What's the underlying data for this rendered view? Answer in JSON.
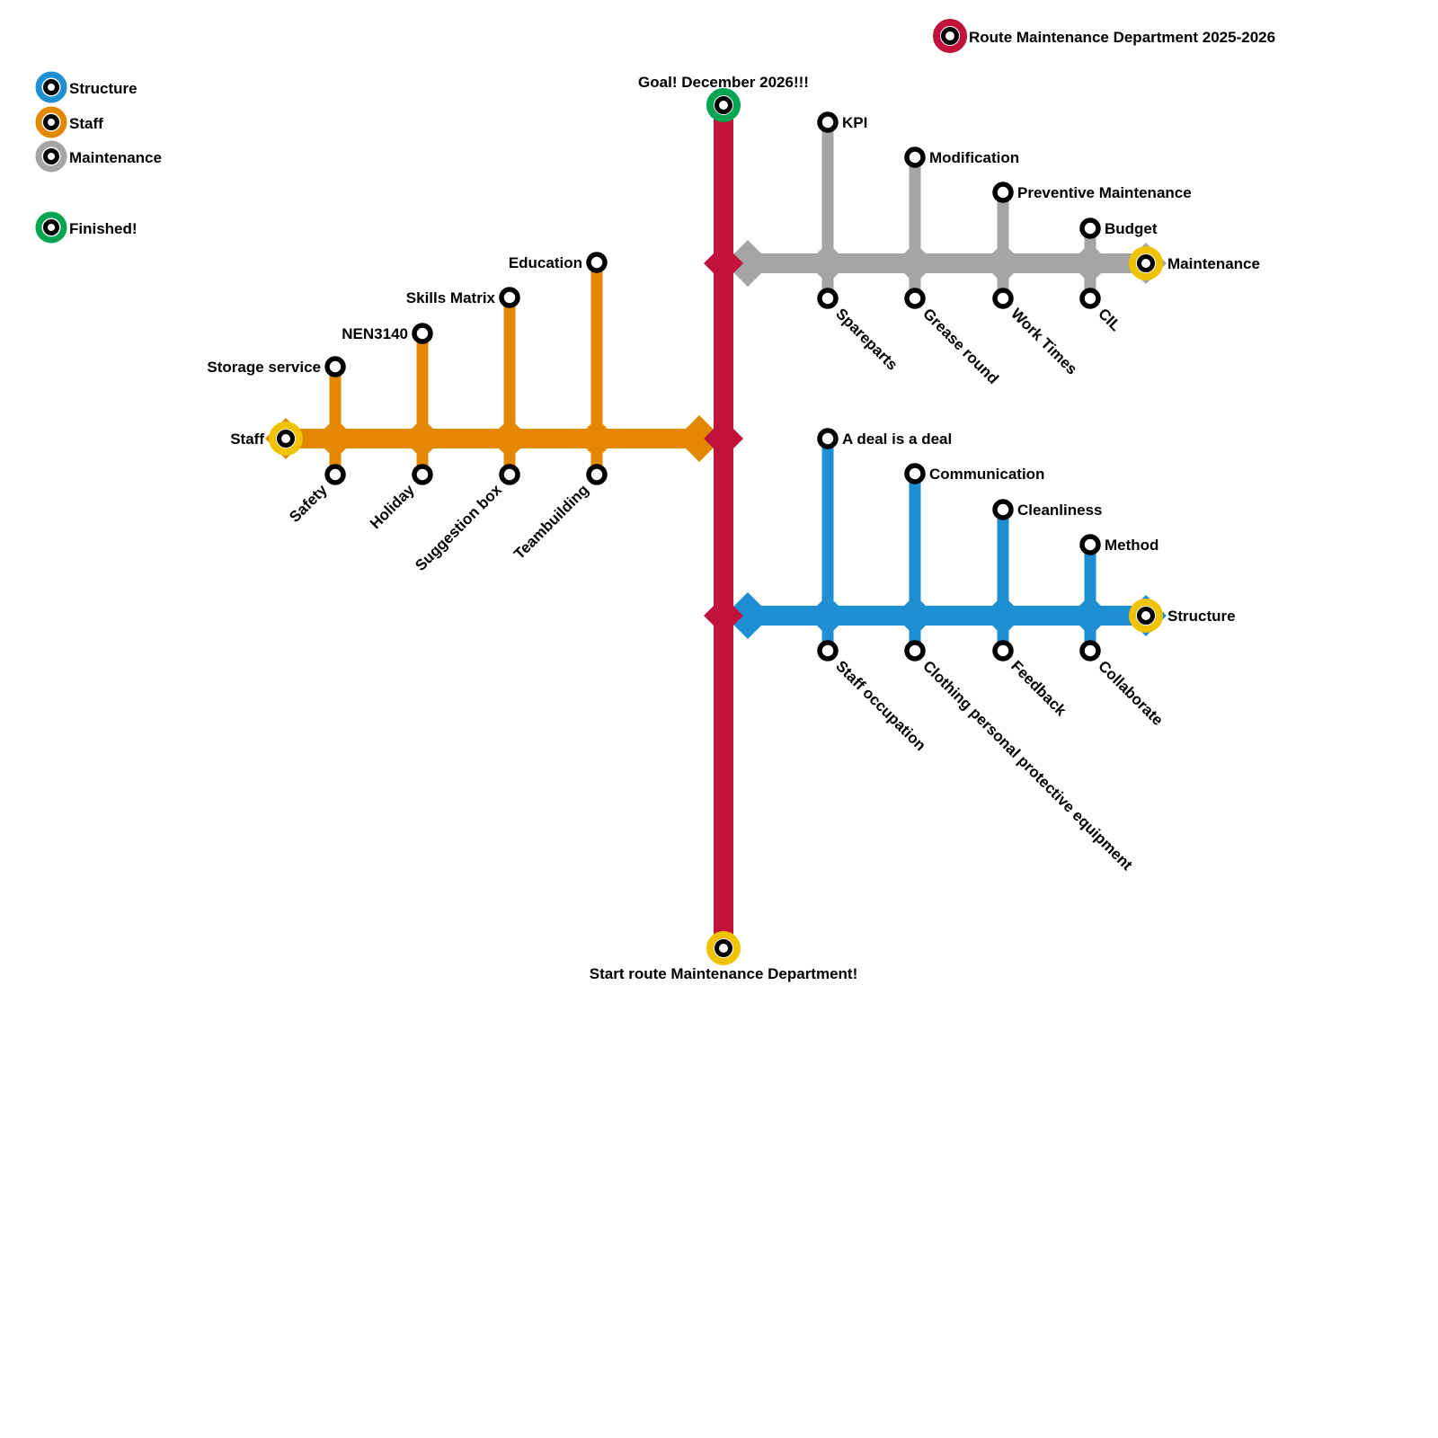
{
  "title": {
    "label": "Route Maintenance Department 2025-2026",
    "color": "#C1123C"
  },
  "legend": {
    "items": [
      {
        "label": "Structure",
        "color": "#1E8FD2"
      },
      {
        "label": "Staff",
        "color": "#E38800"
      },
      {
        "label": "Maintenance",
        "color": "#A5A5A5"
      },
      {
        "label": "Finished!",
        "color": "#00A551"
      }
    ]
  },
  "main_line": {
    "color": "#C1123C",
    "start_label": "Start route Maintenance Department!",
    "start_ring_color": "#F0C300",
    "goal_label": "Goal! December 2026!!!",
    "goal_ring_color": "#00A551"
  },
  "terminus_ring_color": "#F0C300",
  "lines": [
    {
      "name": "Staff",
      "color": "#E38800",
      "side": "left",
      "terminus_label": "Staff",
      "stations_up": [
        "Storage service",
        "NEN3140",
        "Skills Matrix",
        "Education"
      ],
      "stations_down": [
        "Safety",
        "Holiday",
        "Suggestion box",
        "Teambuilding"
      ]
    },
    {
      "name": "Maintenance",
      "color": "#A5A5A5",
      "side": "right",
      "terminus_label": "Maintenance",
      "stations_up": [
        "KPI",
        "Modification",
        "Preventive Maintenance",
        "Budget"
      ],
      "stations_down": [
        "Spareparts",
        "Grease round",
        "Work Times",
        "CIL"
      ]
    },
    {
      "name": "Structure",
      "color": "#1E8FD2",
      "side": "right",
      "terminus_label": "Structure",
      "stations_up": [
        "A deal is a deal",
        "Communication",
        "Cleanliness",
        "Method"
      ],
      "stations_down": [
        "Staff occupation",
        "Clothing personal protective equipment",
        "Feedback",
        "Collaborate"
      ]
    }
  ]
}
